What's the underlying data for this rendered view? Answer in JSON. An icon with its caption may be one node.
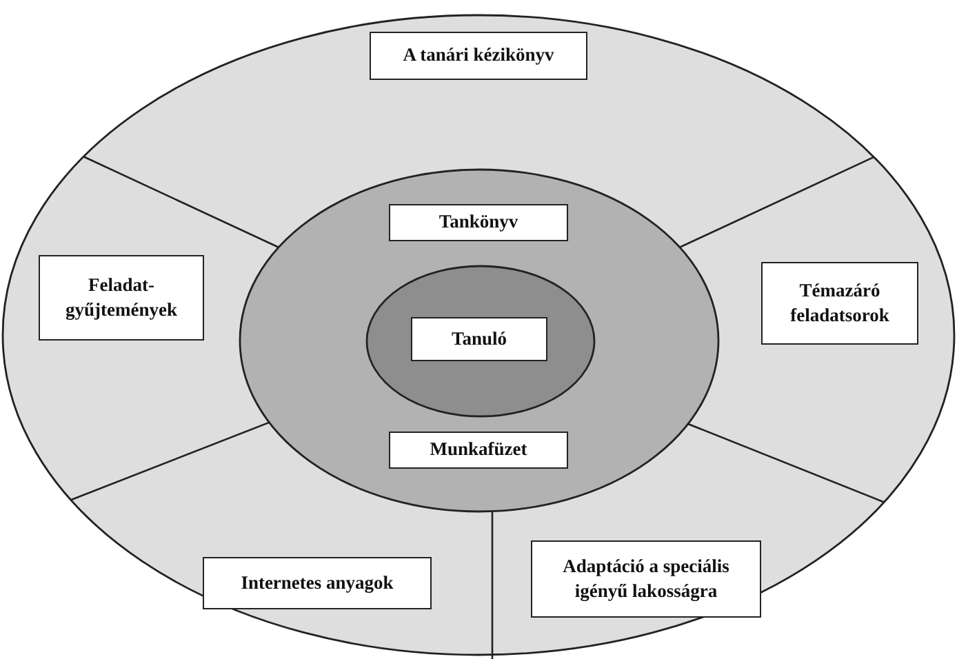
{
  "diagram": {
    "nodes": [
      {
        "text": [],
        "shape": "ellipse"
      },
      {
        "text": [
          "A tanári kézikönyv"
        ],
        "in": 0
      },
      {
        "text": [
          "Feladat-gyűjtemények"
        ],
        "in": 0
      },
      {
        "text": [
          "Témazáró feladatsorok"
        ],
        "in": 0
      },
      {
        "text": [
          "Internetes anyagok"
        ],
        "in": 0
      },
      {
        "text": [
          "Adaptáció a speciális igényű lakosságra"
        ],
        "in": 0
      },
      {
        "text": [],
        "shape": "ellipse",
        "in": 0
      },
      {
        "text": [
          "Tankönyv"
        ],
        "in": 6
      },
      {
        "text": [
          "Munkafüzet"
        ],
        "in": 6
      },
      {
        "text": [],
        "shape": "ellipse",
        "in": 6
      },
      {
        "text": [
          "Tanuló"
        ],
        "in": 9
      }
    ]
  }
}
